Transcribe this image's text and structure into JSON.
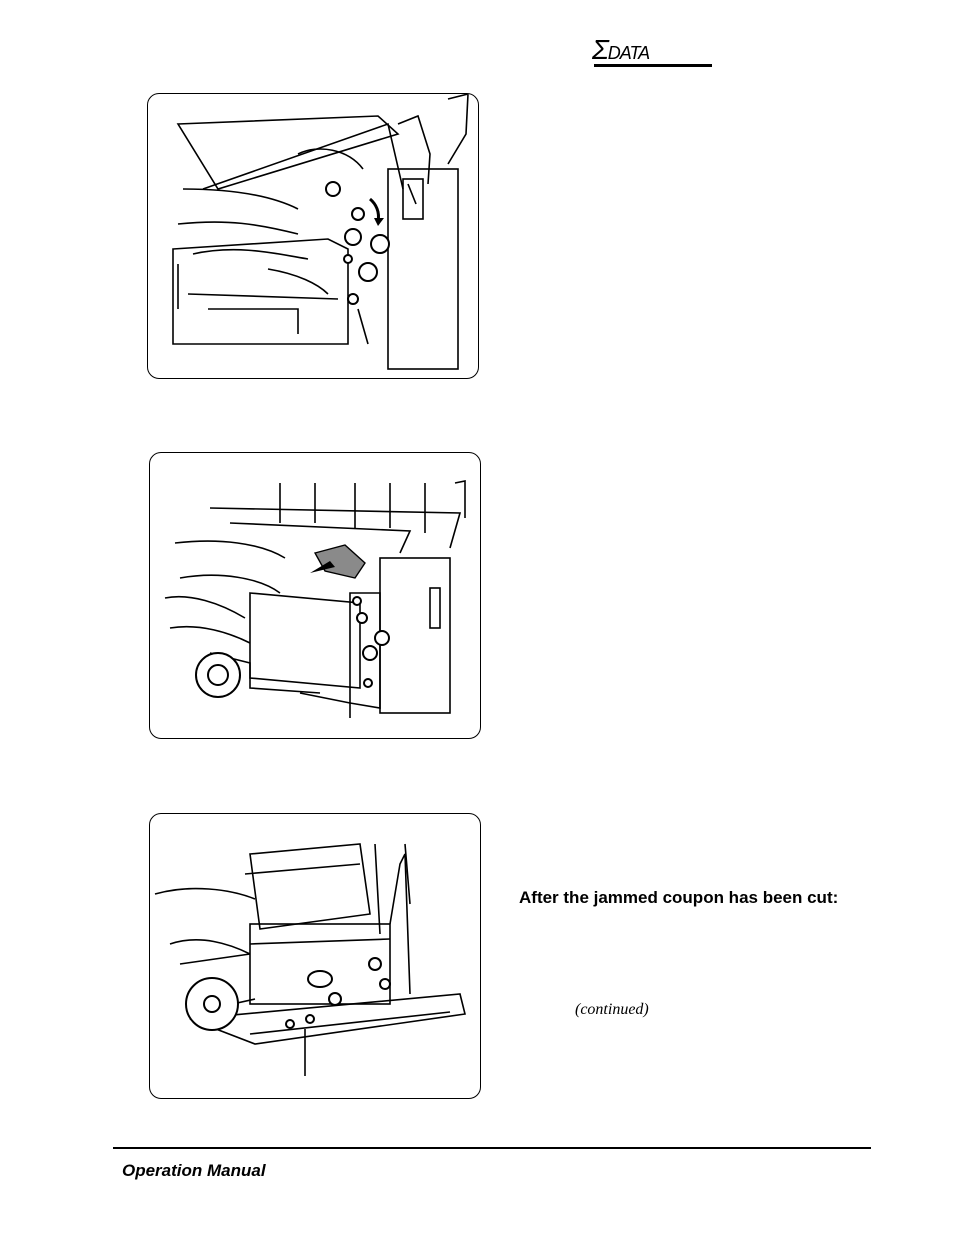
{
  "header": {
    "logo_sigma": "Σ",
    "logo_text": "DATA"
  },
  "figures": [
    {
      "name": "figure-1",
      "icon": "printer-door-hand-turn-knob-illustration"
    },
    {
      "name": "figure-2",
      "icon": "printer-coupon-jam-removal-illustration"
    },
    {
      "name": "figure-3",
      "icon": "printer-cutter-mechanism-illustration"
    }
  ],
  "main": {
    "step_heading": "After the jammed coupon has been cut:",
    "continued": "(continued)"
  },
  "footer": {
    "title": "Operation Manual"
  }
}
